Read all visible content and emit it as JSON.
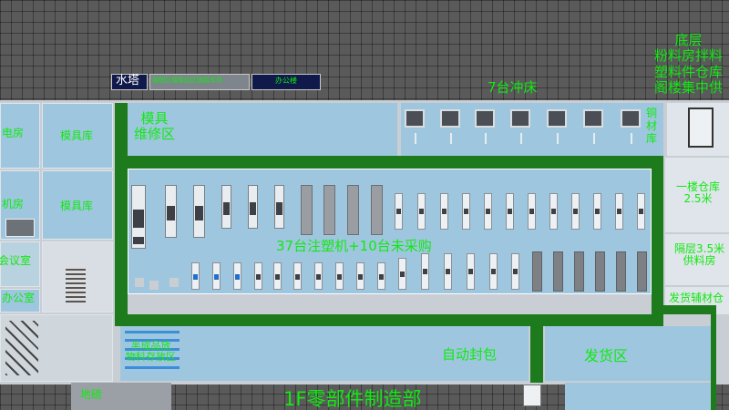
{
  "labels": {
    "water_tower": "水塔",
    "banner_left": "装配区域周边区道路车间",
    "banner_right": "办公楼",
    "mold_repair": "模具\n维修区",
    "press_title": "7台冲床",
    "top_right_title": "底层\n粉料房拌料\n塑料件仓库\n阁楼集中供",
    "power_room": "电房",
    "mold_store_1": "模具库",
    "mold_store_2": "模具库",
    "machine_room": "机房",
    "meeting_room": "会议室",
    "office": "办公室",
    "injection_title": "37台注塑机+10台未采购",
    "copper_store": "铜\n材\n库",
    "warehouse_1f": "一楼仓库\n2.5米",
    "mezzanine": "隔层3.5米\n供料房",
    "aux_room": "发货辅材仓",
    "auto_seal": "自动封包",
    "shipping": "发货区",
    "material_zone": "半成品放\n物料存放区",
    "ground_scale": "地磅",
    "floor_title": "1F零部件制造部"
  },
  "colors": {
    "label": "#12e812",
    "aisle": "#1d7a1d",
    "floor": "#9ec7df",
    "ground": "#5a5a5a"
  },
  "equipment": {
    "press_count": 7,
    "injection_planned": 37,
    "injection_unpurchased": 10
  }
}
